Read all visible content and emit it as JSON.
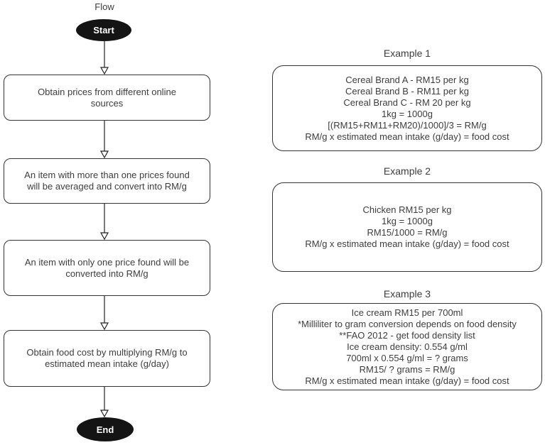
{
  "colors": {
    "background": "#ffffff",
    "border": "#333333",
    "text": "#3d3d3d",
    "terminal_fill": "#141414",
    "terminal_text": "#ffffff"
  },
  "flow": {
    "title": "Flow",
    "start_label": "Start",
    "end_label": "End",
    "steps": [
      {
        "lines": [
          "Obtain prices from different online",
          "sources"
        ]
      },
      {
        "lines": [
          "An item with more than one prices found",
          "will be averaged and convert into RM/g"
        ]
      },
      {
        "lines": [
          "An item with only one price found will be",
          "converted into RM/g"
        ]
      },
      {
        "lines": [
          "Obtain food cost by multiplying RM/g to",
          "estimated mean intake (g/day)"
        ]
      }
    ]
  },
  "examples": [
    {
      "title": "Example 1",
      "lines": [
        "Cereal Brand A - RM15 per kg",
        "Cereal Brand B - RM11 per kg",
        "Cereal Brand C - RM 20 per kg",
        "1kg = 1000g",
        "[(RM15+RM11+RM20)/1000]/3 = RM/g",
        "RM/g x estimated mean intake (g/day) = food cost"
      ]
    },
    {
      "title": "Example 2",
      "lines": [
        "Chicken RM15 per kg",
        "1kg = 1000g",
        "RM15/1000 = RM/g",
        "RM/g x estimated mean intake (g/day) = food cost"
      ]
    },
    {
      "title": "Example 3",
      "lines": [
        "Ice cream RM15 per 700ml",
        "*Milliliter to gram conversion depends on food density",
        "**FAO 2012 - get food density list",
        "Ice cream density: 0.554 g/ml",
        "700ml x 0.554 g/ml = ? grams",
        "RM15/ ? grams = RM/g",
        "RM/g x estimated mean intake (g/day) = food cost"
      ]
    }
  ]
}
